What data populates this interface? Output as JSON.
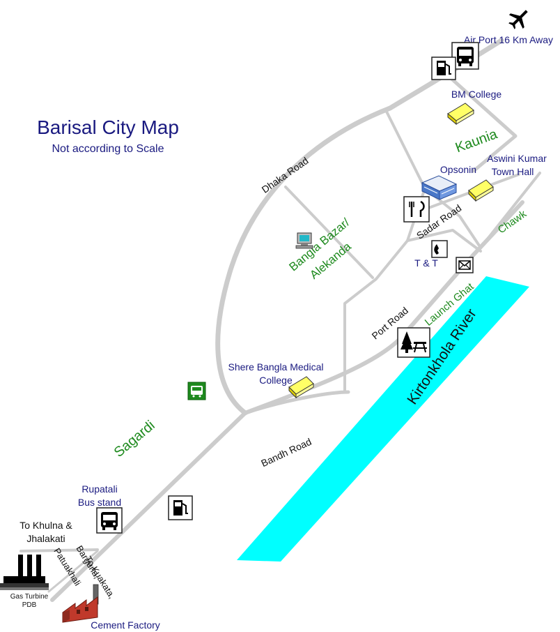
{
  "title": "Barisal City Map",
  "subtitle": "Not according to Scale",
  "colors": {
    "road": "#cccccc",
    "river": "#00ffff",
    "place_label": "#1a1a80",
    "area_label": "#1e8a1e",
    "road_label": "#111111",
    "building": "#ffff66",
    "factory": "#c0392b"
  },
  "roads": {
    "dhaka": "Dhaka Road",
    "sadar": "Sadar Road",
    "port": "Port Road",
    "bandh": "Bandh Road"
  },
  "areas": {
    "kaunia": "Kaunia",
    "bangla_bazar_1": "Bangla Bazar/",
    "bangla_bazar_2": "Alekanda",
    "chawk": "Chawk",
    "launch_ghat": "Launch Ghat",
    "sagardi": "Sagardi"
  },
  "river": "Kirtonkhola River",
  "places": {
    "airport": "Air Port 16 Km Away",
    "bm_college": "BM College",
    "opsonin": "Opsonin",
    "aswini_1": "Aswini Kumar",
    "aswini_2": "Town Hall",
    "tt": "T & T",
    "medical_1": "Shere Bangla Medical",
    "medical_2": "College",
    "rupatali_1": "Rupatali",
    "rupatali_2": "Bus stand",
    "khulna_1": "To Khulna &",
    "khulna_2": "Jhalakati",
    "patuakhali": "Patuakhali",
    "barguna": "Barguna,",
    "kuakata": "To Kuakata,",
    "gas_1": "Gas Turbine",
    "gas_2": "PDB",
    "cement": "Cement Factory"
  },
  "icons": [
    "airplane-icon",
    "bus-icon",
    "fuel-pump-icon",
    "restaurant-icon",
    "telephone-icon",
    "mail-icon",
    "park-icon",
    "computer-icon",
    "bus-stop-icon",
    "building-icon",
    "factory-icon",
    "power-plant-icon"
  ]
}
